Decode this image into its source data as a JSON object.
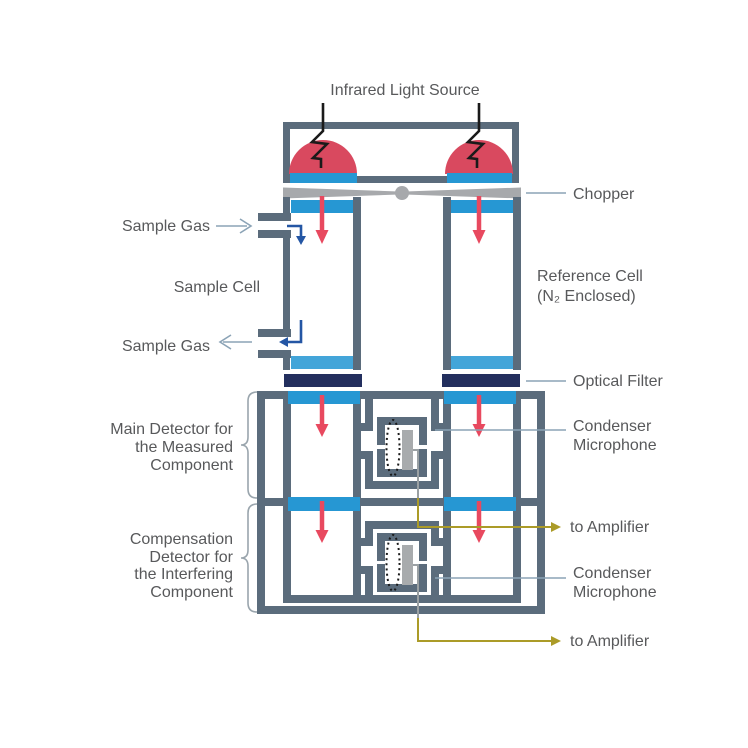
{
  "labels": {
    "infrared_light_source": "Infrared Light Source",
    "chopper": "Chopper",
    "sample_gas_inlet": "Sample Gas",
    "sample_cell": "Sample Cell",
    "sample_gas_outlet": "Sample Gas",
    "reference_cell": {
      "line1": "Reference Cell",
      "line2": "(N₂ Enclosed)"
    },
    "optical_filter": "Optical Filter",
    "condenser_microphone_top": {
      "line1": "Condenser",
      "line2": "Microphone"
    },
    "to_amplifier_top": "to Amplifier",
    "condenser_microphone_bottom": {
      "line1": "Condenser",
      "line2": "Microphone"
    },
    "to_amplifier_bottom": "to Amplifier",
    "main_detector": {
      "line1": "Main Detector for",
      "line2": "the Measured",
      "line3": "Component"
    },
    "compensation_detector": {
      "line1": "Compensation",
      "line2": "Detector for",
      "line3": "the Interfering",
      "line4": "Component"
    }
  },
  "colors": {
    "wall_slate": "#5b6c7c",
    "chopper_gray": "#a7a9ac",
    "window_blue": "#2697d3",
    "window_blue_light": "#43a5d9",
    "optical_filter_navy": "#232f5e",
    "ir_source_red": "#d9495f",
    "arrow_red": "#e8495f",
    "gas_flow_blue": "#2456a4",
    "label_arrow_slate": "#8ba3b6",
    "amplifier_wire_olive": "#ab9b28",
    "electrode_gray": "#a8abad",
    "wire_gray": "#9aa0a3",
    "text_gray": "#58595b"
  }
}
